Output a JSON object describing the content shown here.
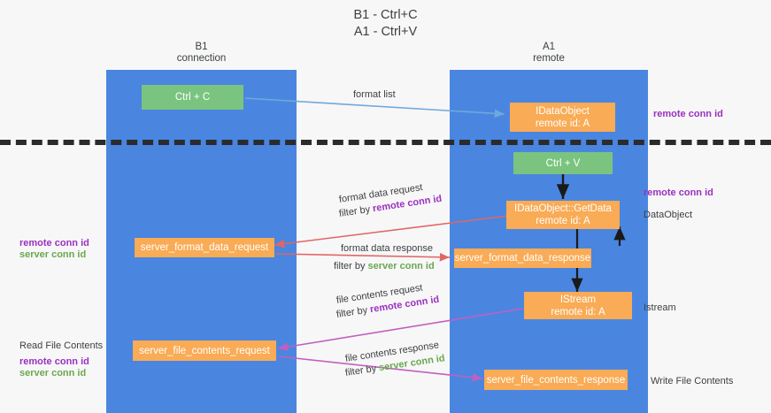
{
  "title": "B1 - Ctrl+C\nA1 - Ctrl+V",
  "columns": [
    {
      "name": "b1",
      "title": "B1\nconnection"
    },
    {
      "name": "a1",
      "title": "A1\nremote"
    }
  ],
  "nodes": {
    "ctrl_c": "Ctrl + C",
    "data_object": "IDataObject\nremote id: A",
    "ctrl_v": "Ctrl + V",
    "get_data": "IDataObject::GetData\nremote id: A",
    "server_format_data_request": "server_format_data_request",
    "server_format_data_response": "server_format_data_response",
    "istream": "IStream\nremote id: A",
    "server_file_contents_request": "server_file_contents_request",
    "server_file_contents_response": "server_file_contents_response"
  },
  "edges": {
    "format_list": "format list",
    "format_data_request": "format data request",
    "format_data_request_filter_prefix": "filter by ",
    "format_data_request_filter_key": "remote conn id",
    "format_data_response": "format data response",
    "format_data_response_filter_prefix": "filter by ",
    "format_data_response_filter_key": "server conn id",
    "file_contents_request": "file contents request",
    "file_contents_request_filter_prefix": "filter by ",
    "file_contents_request_filter_key": "remote conn id",
    "file_contents_response": "file contents response",
    "file_contents_response_filter_prefix": "filter by ",
    "file_contents_response_filter_key": "server conn id"
  },
  "annotations": {
    "right_remote_conn_id_top": "remote conn id",
    "right_remote_conn_id_mid": "remote conn id",
    "right_data_object": "DataObject",
    "right_istream": "Istream",
    "right_write_file_contents": "Write File Contents",
    "left_remote_conn_id": "remote conn id",
    "left_server_conn_id": "server conn id",
    "left_read_file_contents": "Read File Contents",
    "left_remote_conn_id_2": "remote conn id",
    "left_server_conn_id_2": "server conn id"
  },
  "colors": {
    "lane": "#4a86e0",
    "node_green": "#7ac47f",
    "node_orange": "#f9ab55",
    "purple": "#9b30c0",
    "green": "#6aa84f",
    "arrow_blue": "#6fa8dc",
    "arrow_red": "#e06666",
    "arrow_magenta": "#c060c0",
    "arrow_black": "#1a1a1a",
    "background": "#f7f7f7"
  }
}
